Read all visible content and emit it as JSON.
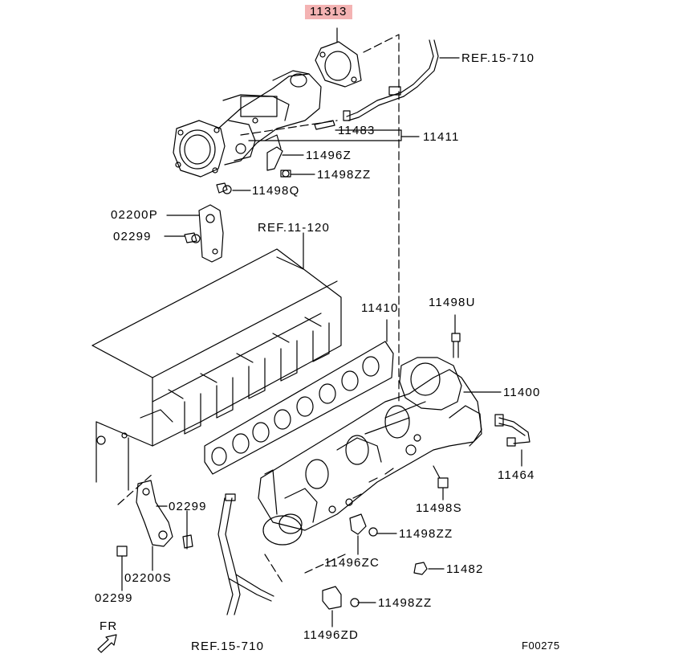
{
  "labels": {
    "p11313": "11313",
    "ref15_710_top": "REF.15-710",
    "p11483": "11483",
    "p11411": "11411",
    "p11496Z": "11496Z",
    "p11498ZZ_a": "11498ZZ",
    "p11498Q": "11498Q",
    "p02200P": "02200P",
    "p02299_a": "02299",
    "ref11_120": "REF.11-120",
    "p11410": "11410",
    "p11498U": "11498U",
    "p11400": "11400",
    "p11464": "11464",
    "p11498S": "11498S",
    "p02299_b": "02299",
    "p11498ZZ_b": "11498ZZ",
    "p02299_c": "02299",
    "p02200S": "02200S",
    "p11496ZC": "11496ZC",
    "p11482": "11482",
    "p11498ZZ_c": "11498ZZ",
    "ref15_710_bottom": "REF.15-710",
    "p11496ZD": "11496ZD",
    "fr": "FR",
    "figure_code": "F00275"
  },
  "colors": {
    "highlight": "#f4b3b3",
    "line": "#000000",
    "background": "#ffffff"
  },
  "icons": {
    "direction_arrow": "front-direction-arrow-icon"
  }
}
